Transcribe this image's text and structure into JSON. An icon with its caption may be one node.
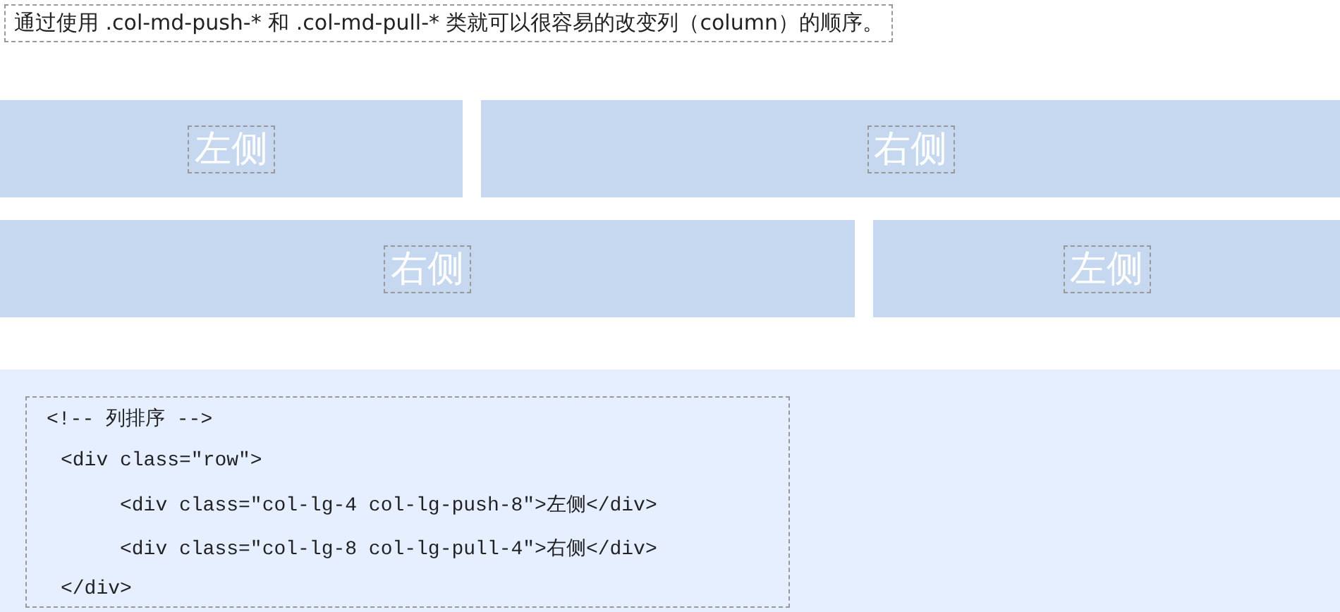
{
  "diagram": {
    "title": "通过使用 .col-md-push-* 和 .col-md-pull-* 类就可以很容易的改变列（column）的顺序。",
    "nodes": [
      {
        "text": [
          "左侧"
        ]
      },
      {
        "text": [
          "右侧"
        ]
      },
      {
        "text": [
          "右侧"
        ]
      },
      {
        "text": [
          "左侧"
        ]
      },
      {
        "text": [
          "<!-- 列排序 -->",
          "<div class=\"row\">",
          "<div class=\"col-lg-4 col-lg-push-8\">左侧</div>",
          "<div class=\"col-lg-8 col-lg-pull-4\">右侧</div>",
          "</div>"
        ]
      }
    ]
  }
}
